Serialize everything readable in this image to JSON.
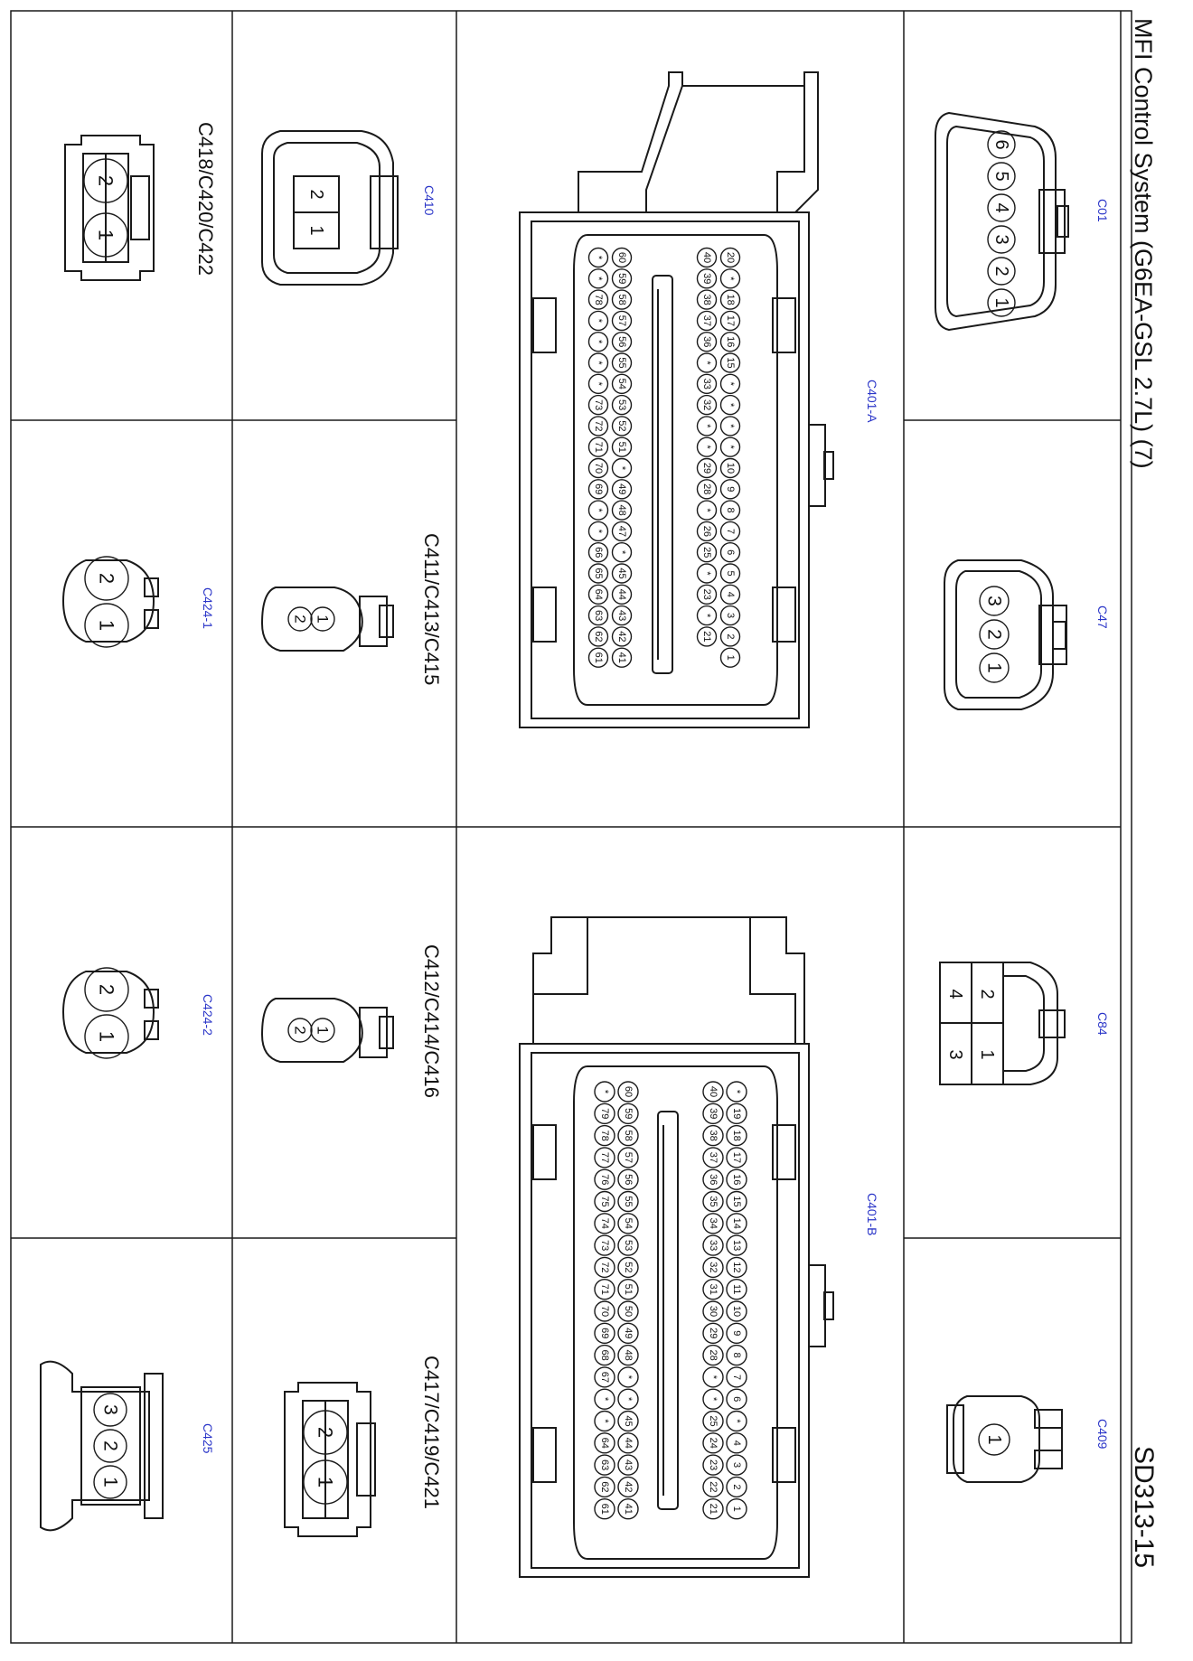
{
  "sheet": {
    "title": "MFI Control System (G6EA-GSL 2.7L) (7)",
    "code": "SD313-15"
  },
  "colors": {
    "line": "#1a1a1a",
    "connector_label": "#2a35c8",
    "caption": "#111111"
  },
  "connectors": {
    "c01": {
      "label": "C01",
      "pins": [
        "6",
        "5",
        "4",
        "3",
        "2",
        "1"
      ]
    },
    "c47": {
      "label": "C47",
      "pins": [
        "3",
        "2",
        "1"
      ]
    },
    "c84": {
      "label": "C84",
      "pins": [
        "2",
        "1",
        "4",
        "3"
      ]
    },
    "c409": {
      "label": "C409",
      "pins": [
        "1"
      ]
    },
    "c401a": {
      "label": "C401-A",
      "rows": [
        [
          "20",
          "*",
          "18",
          "17",
          "16",
          "15",
          "*",
          "*",
          "*",
          "*",
          "10",
          "9",
          "8",
          "7",
          "6",
          "5",
          "4",
          "3",
          "2",
          "1"
        ],
        [
          "40",
          "39",
          "38",
          "37",
          "36",
          "*",
          "33",
          "32",
          "*",
          "*",
          "29",
          "28",
          "*",
          "26",
          "25",
          "*",
          "23",
          "*",
          "21"
        ],
        [
          "60",
          "59",
          "58",
          "57",
          "56",
          "55",
          "54",
          "53",
          "52",
          "51",
          "*",
          "49",
          "48",
          "47",
          "*",
          "45",
          "44",
          "43",
          "42",
          "41"
        ],
        [
          "*",
          "*",
          "78",
          "*",
          "*",
          "*",
          "*",
          "73",
          "72",
          "71",
          "70",
          "69",
          "*",
          "*",
          "66",
          "65",
          "64",
          "63",
          "62",
          "61"
        ]
      ]
    },
    "c401b": {
      "label": "C401-B",
      "rows": [
        [
          "*",
          "19",
          "18",
          "17",
          "16",
          "15",
          "14",
          "13",
          "12",
          "11",
          "10",
          "9",
          "8",
          "7",
          "6",
          "*",
          "4",
          "3",
          "2",
          "1"
        ],
        [
          "40",
          "39",
          "38",
          "37",
          "36",
          "35",
          "34",
          "33",
          "32",
          "31",
          "30",
          "29",
          "28",
          "*",
          "*",
          "25",
          "24",
          "23",
          "22",
          "21"
        ],
        [
          "60",
          "59",
          "58",
          "57",
          "56",
          "55",
          "54",
          "53",
          "52",
          "51",
          "50",
          "49",
          "48",
          "*",
          "*",
          "45",
          "44",
          "43",
          "42",
          "41"
        ],
        [
          "*",
          "79",
          "78",
          "77",
          "76",
          "75",
          "74",
          "73",
          "72",
          "71",
          "70",
          "69",
          "68",
          "67",
          "*",
          "*",
          "64",
          "63",
          "62",
          "61"
        ]
      ]
    },
    "c410": {
      "label": "C410",
      "pins": [
        "2",
        "1"
      ]
    },
    "c411": {
      "label": "C411/C413/C415",
      "pins": [
        "1",
        "2"
      ]
    },
    "c412": {
      "label": "C412/C414/C416",
      "pins": [
        "1",
        "2"
      ]
    },
    "c417": {
      "label": "C417/C419/C421",
      "pins": [
        "2",
        "1"
      ]
    },
    "c418": {
      "label": "C418/C420/C422",
      "pins": [
        "2",
        "1"
      ]
    },
    "c424_1": {
      "label": "C424-1",
      "pins": [
        "2",
        "1"
      ]
    },
    "c424_2": {
      "label": "C424-2",
      "pins": [
        "2",
        "1"
      ]
    },
    "c425": {
      "label": "C425",
      "pins": [
        "3",
        "2",
        "1"
      ]
    }
  }
}
